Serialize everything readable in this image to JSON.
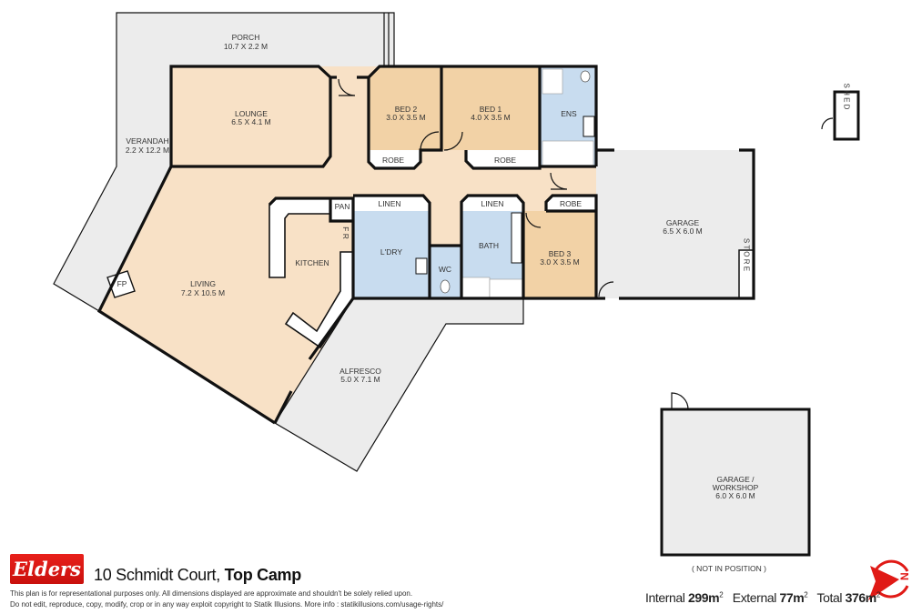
{
  "colors": {
    "living": "#f8e1c6",
    "bedroom": "#f2d2a6",
    "wet": "#c8dcef",
    "external": "#ececec",
    "brand": "#e01a16"
  },
  "rooms": {
    "porch": {
      "name": "PORCH",
      "dims": "10.7 X 2.2 M"
    },
    "verandah": {
      "name": "VERANDAH",
      "dims": "2.2 X 12.2 M"
    },
    "lounge": {
      "name": "LOUNGE",
      "dims": "6.5 X 4.1 M"
    },
    "bed2": {
      "name": "BED 2",
      "dims": "3.0 X 3.5 M"
    },
    "bed1": {
      "name": "BED 1",
      "dims": "4.0 X 3.5 M"
    },
    "ens": {
      "name": "ENS"
    },
    "robe2": {
      "name": "ROBE"
    },
    "robe1": {
      "name": "ROBE"
    },
    "robe3": {
      "name": "ROBE"
    },
    "garage": {
      "name": "GARAGE",
      "dims": "6.5 X 6.0 M"
    },
    "store": {
      "name": "S T O R E"
    },
    "pan": {
      "name": "PAN"
    },
    "fr": {
      "name": "F R"
    },
    "linen1": {
      "name": "LINEN"
    },
    "linen2": {
      "name": "LINEN"
    },
    "kitchen": {
      "name": "KITCHEN"
    },
    "laundry": {
      "name": "L'DRY"
    },
    "wc": {
      "name": "WC"
    },
    "bath": {
      "name": "BATH"
    },
    "bed3": {
      "name": "BED 3",
      "dims": "3.0 X 3.5 M"
    },
    "fp": {
      "name": "FP"
    },
    "living": {
      "name": "LIVING",
      "dims": "7.2 X 10.5 M"
    },
    "alfresco": {
      "name": "ALFRESCO",
      "dims": "5.0 X 7.1 M"
    },
    "shed": {
      "name": "S H E D"
    },
    "workshop": {
      "name": "GARAGE /",
      "name2": "WORKSHOP",
      "dims": "6.0 X 6.0 M",
      "note": "( NOT IN POSITION )"
    }
  },
  "footer": {
    "logo_text": "Elders",
    "address": "10 Schmidt Court,",
    "suburb": "Top Camp",
    "disclaimer1": "This plan is for representational purposes only. All dimensions displayed are approximate and shouldn't be solely relied upon.",
    "disclaimer2": "Do not edit, reproduce, copy, modify, crop or in any way exploit copyright to Statik Illusions. More info : statikillusions.com/usage-rights/"
  },
  "areas": {
    "internal_label": "Internal",
    "internal": "299m",
    "external_label": "External",
    "external": "77m",
    "total_label": "Total",
    "total": "376m",
    "unit_sup": "2"
  },
  "compass": {
    "icon": "north-arrow-icon",
    "letter": "N"
  }
}
